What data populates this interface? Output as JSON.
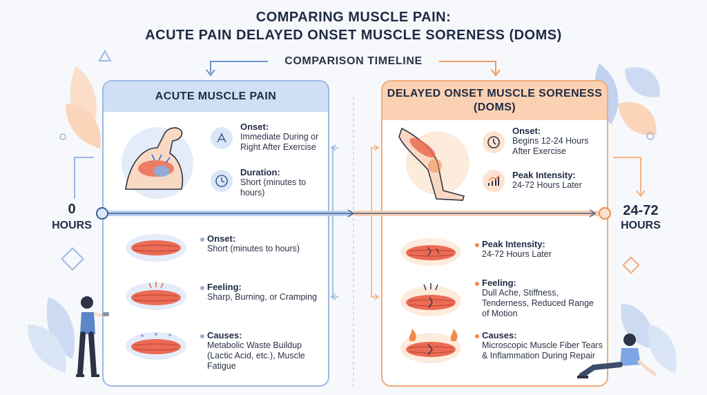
{
  "header": {
    "title_line1": "COMPARING MUSCLE PAIN:",
    "title_line2": "ACUTE PAIN DELAYED ONSET MUSCLE SORENESS (DOMS)",
    "timeline_title": "COMPARISON TIMELINE"
  },
  "timeline": {
    "start_value": "0",
    "start_unit": "HOURS",
    "end_value": "24-72",
    "end_unit": "HOURS"
  },
  "acute": {
    "heading": "ACUTE MUSCLE PAIN",
    "onset_label": "Onset:",
    "onset_value": "Immediate During or Right After Exercise",
    "duration_label": "Duration:",
    "duration_value": "Short (minutes to hours)",
    "rows": [
      {
        "label": "Onset:",
        "value": "Short (minutes to hours)"
      },
      {
        "label": "Feeling:",
        "value": "Sharp, Burning, or Cramping"
      },
      {
        "label": "Causes:",
        "value": "Metabolic Waste Buildup (Lactic Acid, etc.), Muscle Fatigue"
      }
    ]
  },
  "doms": {
    "heading": "DELAYED ONSET MUSCLE SORENESS (DOMS)",
    "onset_label": "Onset:",
    "onset_value": "Begins 12-24 Hours After Exercise",
    "peak_label": "Peak Intensity:",
    "peak_value": "24-72 Hours Later",
    "rows": [
      {
        "label": "Peak Intensity:",
        "value": "24-72 Hours Later"
      },
      {
        "label": "Feeling:",
        "value": "Dull Ache, Stiffness, Tenderness, Reduced Range of Motion"
      },
      {
        "label": "Causes:",
        "value": "Microscopic Muscle Fiber Tears & Inflammation During Repair"
      }
    ]
  },
  "colors": {
    "blue_accent": "#5b86c8",
    "orange_accent": "#f08a4b",
    "muscle_red": "#ec6b55"
  },
  "icons": [
    "flexed-arm-icon",
    "clock-icon",
    "stopwatch-icon",
    "knee-pain-icon",
    "chart-up-icon",
    "muscle-icon",
    "runner-icon",
    "sitting-person-icon"
  ]
}
